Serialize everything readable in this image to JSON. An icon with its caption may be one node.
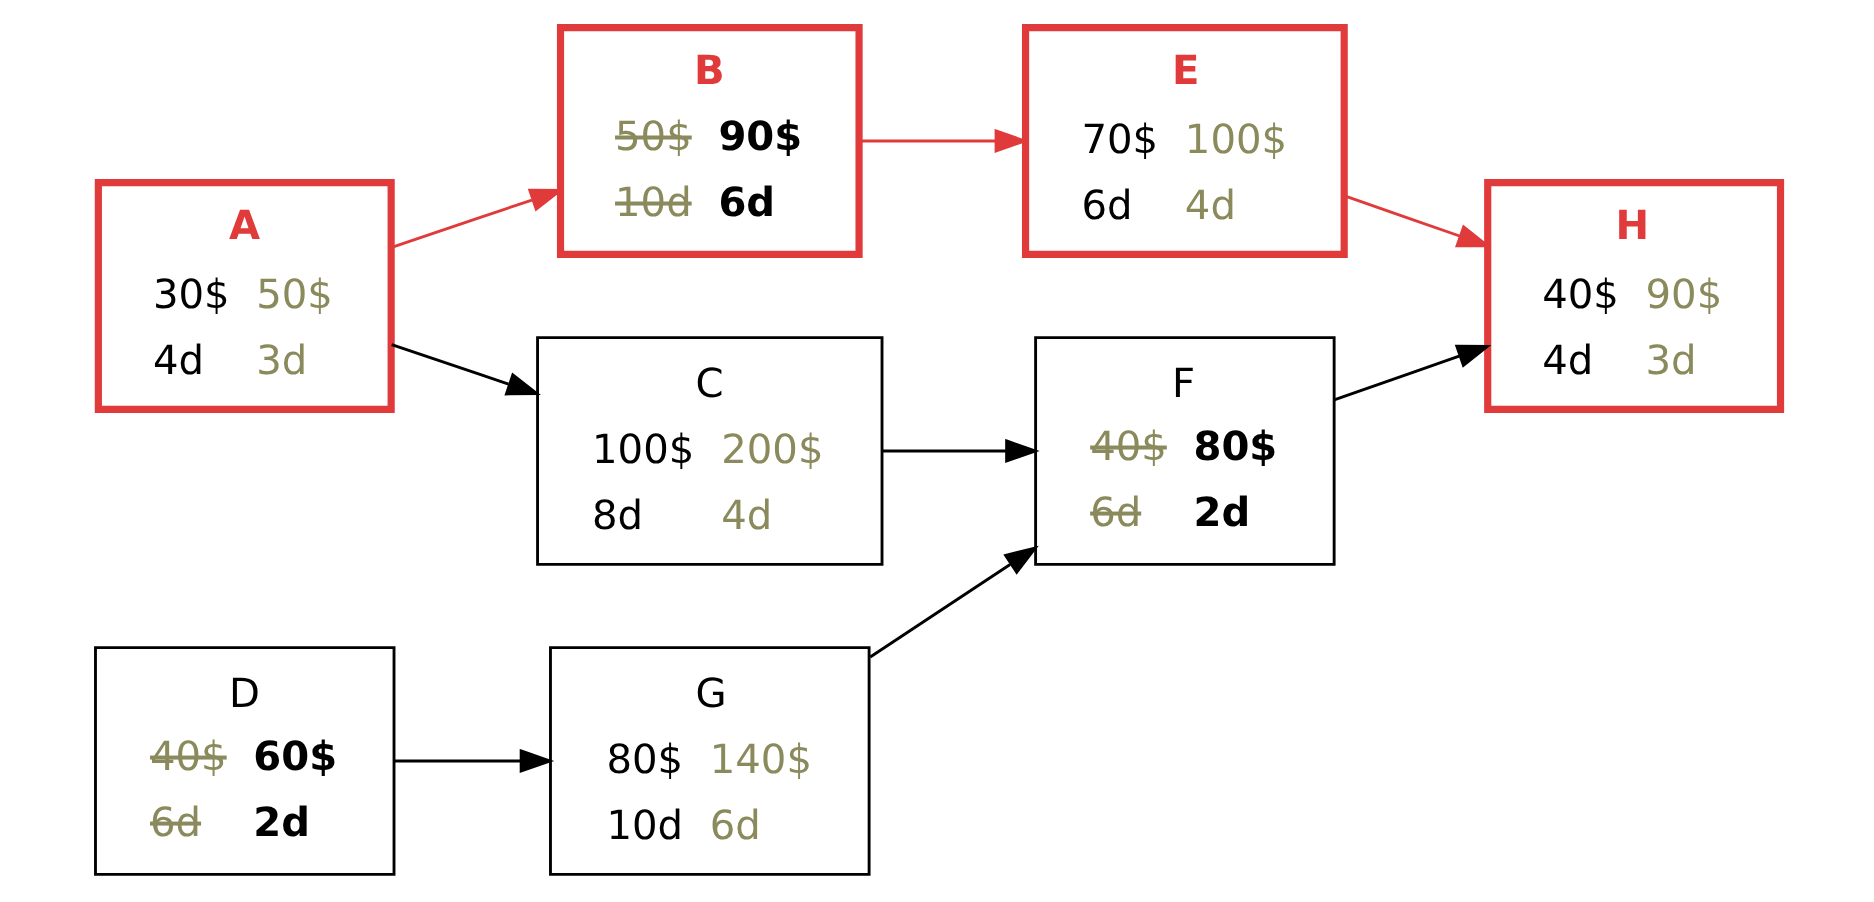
{
  "diagram": {
    "nodes": [
      {
        "text": [
          "A",
          "30$",
          "50$",
          "4d",
          "3d"
        ]
      },
      {
        "text": [
          "B",
          "50$",
          "90$",
          "10d",
          "6d"
        ]
      },
      {
        "text": [
          "E",
          "70$",
          "100$",
          "6d",
          "4d"
        ]
      },
      {
        "text": [
          "H",
          "40$",
          "90$",
          "4d",
          "3d"
        ]
      },
      {
        "text": [
          "C",
          "100$",
          "200$",
          "8d",
          "4d"
        ]
      },
      {
        "text": [
          "D",
          "40$",
          "60$",
          "6d",
          "2d"
        ]
      },
      {
        "text": [
          "G",
          "80$",
          "140$",
          "10d",
          "6d"
        ]
      },
      {
        "text": [
          "F",
          "40$",
          "80$",
          "6d",
          "2d"
        ]
      }
    ],
    "edges": [
      {
        "from": 0,
        "to": 1,
        "arrow": "to",
        "color": "#e03a3a"
      },
      {
        "from": 1,
        "to": 2,
        "arrow": "to",
        "color": "#e03a3a"
      },
      {
        "from": 2,
        "to": 3,
        "arrow": "to",
        "color": "#e03a3a"
      },
      {
        "from": 0,
        "to": 4,
        "arrow": "to"
      },
      {
        "from": 4,
        "to": 7,
        "arrow": "to"
      },
      {
        "from": 5,
        "to": 6,
        "arrow": "to"
      },
      {
        "from": 6,
        "to": 7,
        "arrow": "to"
      },
      {
        "from": 7,
        "to": 3,
        "arrow": "to"
      }
    ]
  }
}
